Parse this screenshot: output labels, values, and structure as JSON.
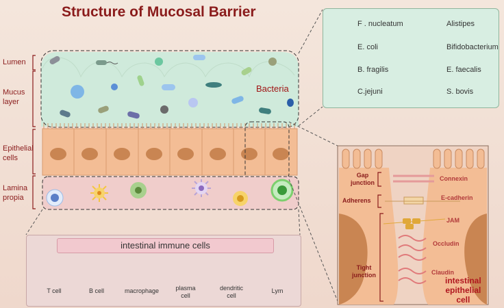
{
  "title": "Structure of Mucosal Barrier",
  "layers": {
    "lumen": "Lumen",
    "mucus": [
      "Mucus",
      "layer"
    ],
    "epithelial": [
      "Epithelial",
      "cells"
    ],
    "lamina": [
      "Lamina",
      "propia"
    ]
  },
  "bacteria_label": "Bacteria",
  "legend": {
    "fnucleatum": "F . nucleatum",
    "alistipes": "Alistipes",
    "ecoli": "E. coli",
    "bifido": "Bifidobacterium",
    "bfragilis": "B. fragilis",
    "efaecalis": "E. faecalis",
    "cjejuni": "C.jejuni",
    "sbovis": "S. bovis"
  },
  "immune": {
    "header": "intestinal immune cells",
    "tcell": "T cell",
    "bcell": "B cell",
    "macrophage": "macrophage",
    "plasma": [
      "plasma",
      "cell"
    ],
    "dendritic": [
      "dendritic",
      "cell"
    ],
    "lym": "Lym"
  },
  "junction": {
    "gap": [
      "Gap",
      "junction"
    ],
    "adherens": "Adherens",
    "tight": [
      "Tight",
      "junction"
    ],
    "connexin": "Connexin",
    "ecadherin": "E-cadherin",
    "jam": "JAM",
    "occludin": "Occludin",
    "claudin": "Claudin",
    "iec": [
      "intestinal",
      "epithelial",
      "cell"
    ]
  },
  "colors": {
    "title": "#8a1b1b",
    "mucus": "#cfeadb",
    "epithelium": "#f3bd95",
    "lamina": "#f0cdcb",
    "legend_bg": "#d8eee2"
  }
}
